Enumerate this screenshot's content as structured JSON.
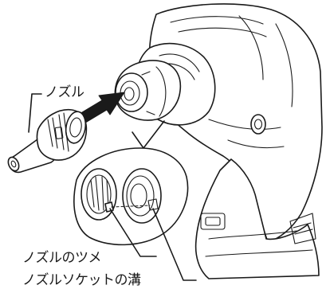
{
  "labels": {
    "nozzle": "ノズル",
    "nozzle_claw": "ノズルのツメ",
    "nozzle_socket_groove": "ノズルソケットの溝"
  },
  "colors": {
    "line": "#1a1a1a",
    "background": "#ffffff"
  },
  "icons": {
    "insert_direction": "arrow-right-icon"
  }
}
